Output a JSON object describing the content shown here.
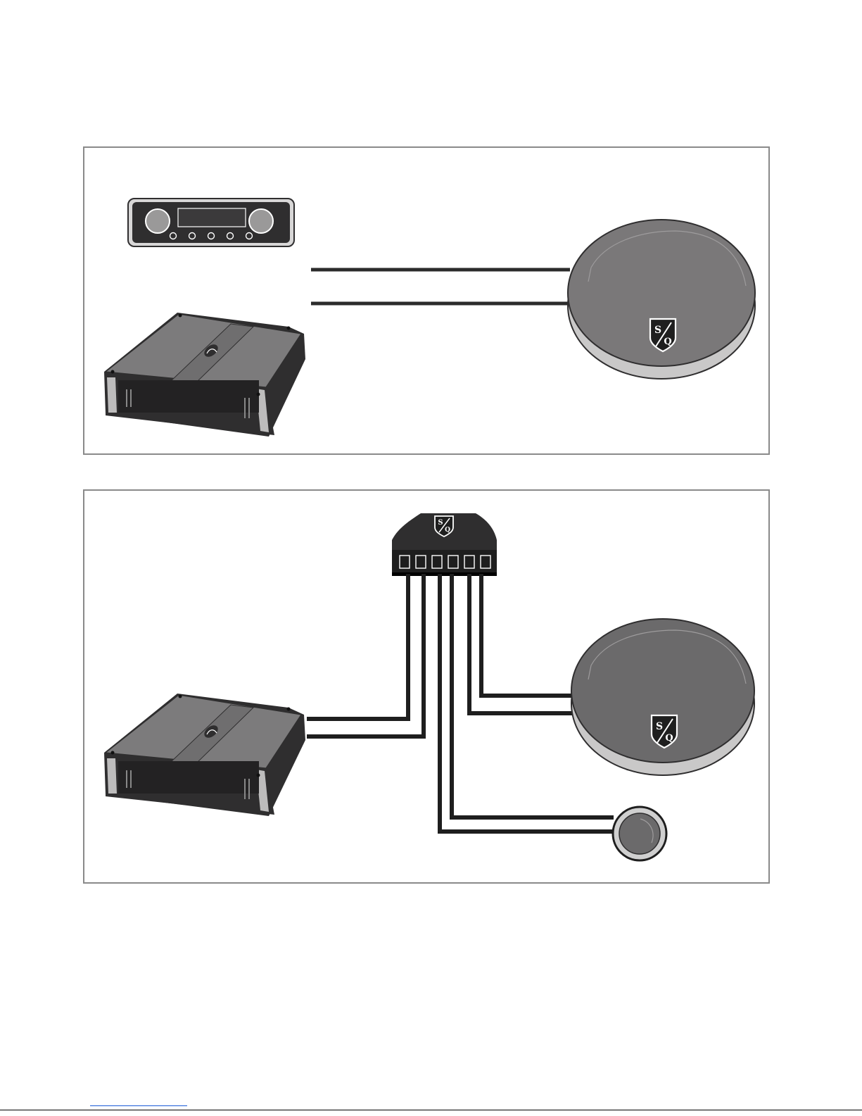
{
  "diagram": {
    "top_panel": {
      "devices": [
        "head-unit",
        "amplifier",
        "speaker"
      ],
      "connections": [
        {
          "from": "amplifier",
          "to": "speaker",
          "kind": "speaker-wire"
        },
        {
          "from": "amplifier",
          "to": "speaker",
          "kind": "speaker-wire"
        }
      ]
    },
    "bottom_panel": {
      "devices": [
        "crossover",
        "amplifier",
        "woofer",
        "tweeter"
      ],
      "crossover_terminals": 6,
      "connections": [
        {
          "from": "amplifier",
          "to": "crossover",
          "wires": 2
        },
        {
          "from": "crossover",
          "to": "woofer",
          "wires": 2
        },
        {
          "from": "crossover",
          "to": "tweeter",
          "wires": 2
        }
      ]
    },
    "logo": {
      "line1": "S",
      "line2": "Q"
    },
    "colors": {
      "panel_border": "#8a8a8a",
      "device_dark": "#2f2e2f",
      "device_mid": "#6f6e6f",
      "speaker_face": "#7a7879",
      "speaker_rim": "#c9c8c8",
      "wire": "#2b2b2b",
      "footer_link": "#1a5bd8"
    },
    "icons": [
      "head-unit-icon",
      "amplifier-icon",
      "speaker-icon",
      "crossover-icon",
      "tweeter-icon",
      "shield-logo-icon"
    ]
  }
}
